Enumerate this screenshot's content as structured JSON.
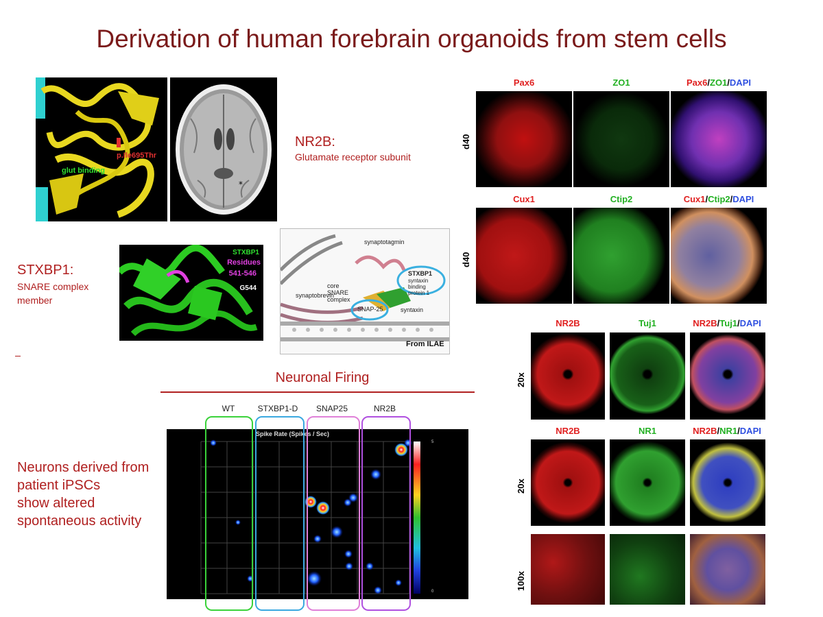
{
  "title": "Derivation of human forebrain organoids from stem cells",
  "nr2b": {
    "heading": "NR2B:",
    "subtitle": "Glutamate receptor subunit"
  },
  "stxbp1": {
    "heading": "STXBP1:",
    "subtitle_line1": "SNARE complex",
    "subtitle_line2": "member"
  },
  "protein_annotations": {
    "mutation": "p.Ile695Thr",
    "binding": "glut binding"
  },
  "stxbp1_structure": {
    "name": "STXBP1",
    "residues_line1": "Residues",
    "residues_line2": "541-546",
    "site": "G544"
  },
  "snare_diagram": {
    "labels": [
      "synaptotagmin",
      "core SNARE complex",
      "synaptobrevin",
      "SNAP-25",
      "syntaxin"
    ],
    "stxbp1_callout": "STXBP1",
    "stxbp1_callout_sub": "syntaxin binding protein 1",
    "credit": "From ILAE"
  },
  "firing": {
    "heading": "Neuronal Firing",
    "groups": [
      "WT",
      "STXBP1-D",
      "SNAP25",
      "NR2B"
    ],
    "map_title": "Spike Rate (Spikes / Sec)",
    "scale_max": "5",
    "scale_min": "0"
  },
  "neurons_text": [
    "Neurons derived from",
    "patient iPSCs",
    "show altered",
    "spontaneous activity"
  ],
  "stain_panels": {
    "row1": {
      "side": "d40",
      "cols": [
        "Pax6",
        "ZO1"
      ],
      "merge": [
        "Pax6",
        "/",
        "ZO1",
        "/",
        "DAPI"
      ]
    },
    "row2": {
      "side": "d40",
      "cols": [
        "Cux1",
        "Ctip2"
      ],
      "merge": [
        "Cux1",
        "/",
        "Ctip2",
        "/",
        "DAPI"
      ]
    },
    "row3": {
      "side": "20x",
      "cols": [
        "NR2B",
        "Tuj1"
      ],
      "merge": [
        "NR2B",
        "/",
        "Tuj1",
        "/",
        "DAPI"
      ]
    },
    "row4": {
      "side": "20x",
      "cols": [
        "NR2B",
        "NR1"
      ],
      "merge": [
        "NR2B",
        "/",
        "NR1",
        "/",
        "DAPI"
      ]
    },
    "row5": {
      "side": "100x"
    }
  },
  "colors": {
    "title": "#7a1a1a",
    "text": "#b02020",
    "red_stain": "#e02020",
    "green_stain": "#22b022",
    "dapi": "#3050e0"
  }
}
